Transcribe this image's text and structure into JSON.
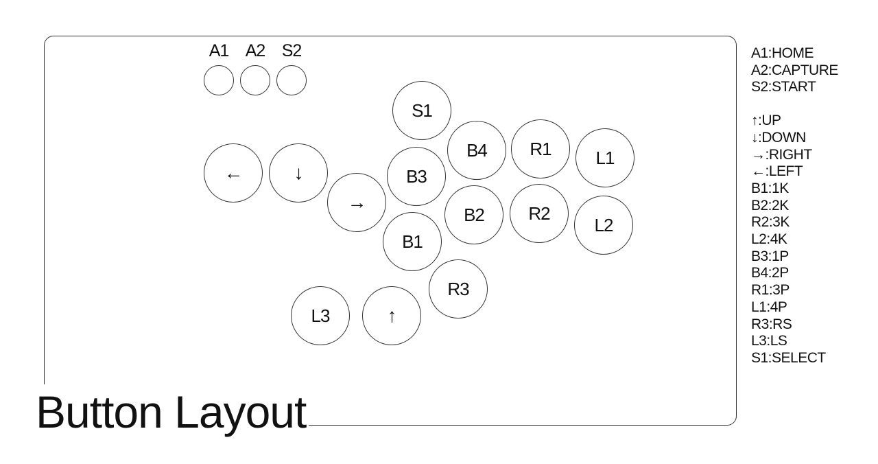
{
  "title": "Button Layout",
  "small_buttons": [
    {
      "id": "A1",
      "label": "A1"
    },
    {
      "id": "A2",
      "label": "A2"
    },
    {
      "id": "S2",
      "label": "S2"
    }
  ],
  "buttons": {
    "S1": "S1",
    "B4": "B4",
    "R1": "R1",
    "L1": "L1",
    "B3": "B3",
    "B2": "B2",
    "R2": "R2",
    "L2": "L2",
    "B1": "B1",
    "R3": "R3",
    "L3": "L3",
    "left": "←",
    "down": "↓",
    "right": "→",
    "up": "↑"
  },
  "legend": {
    "group1": [
      "A1:HOME",
      "A2:CAPTURE",
      "S2:START"
    ],
    "group2": [
      "↑:UP",
      "↓:DOWN",
      "→:RIGHT",
      "←:LEFT",
      "B1:1K",
      "B2:2K",
      "R2:3K",
      "L2:4K",
      "B3:1P",
      "B4:2P",
      "R1:3P",
      "L1:4P",
      "R3:RS",
      "L3:LS",
      "S1:SELECT"
    ]
  }
}
